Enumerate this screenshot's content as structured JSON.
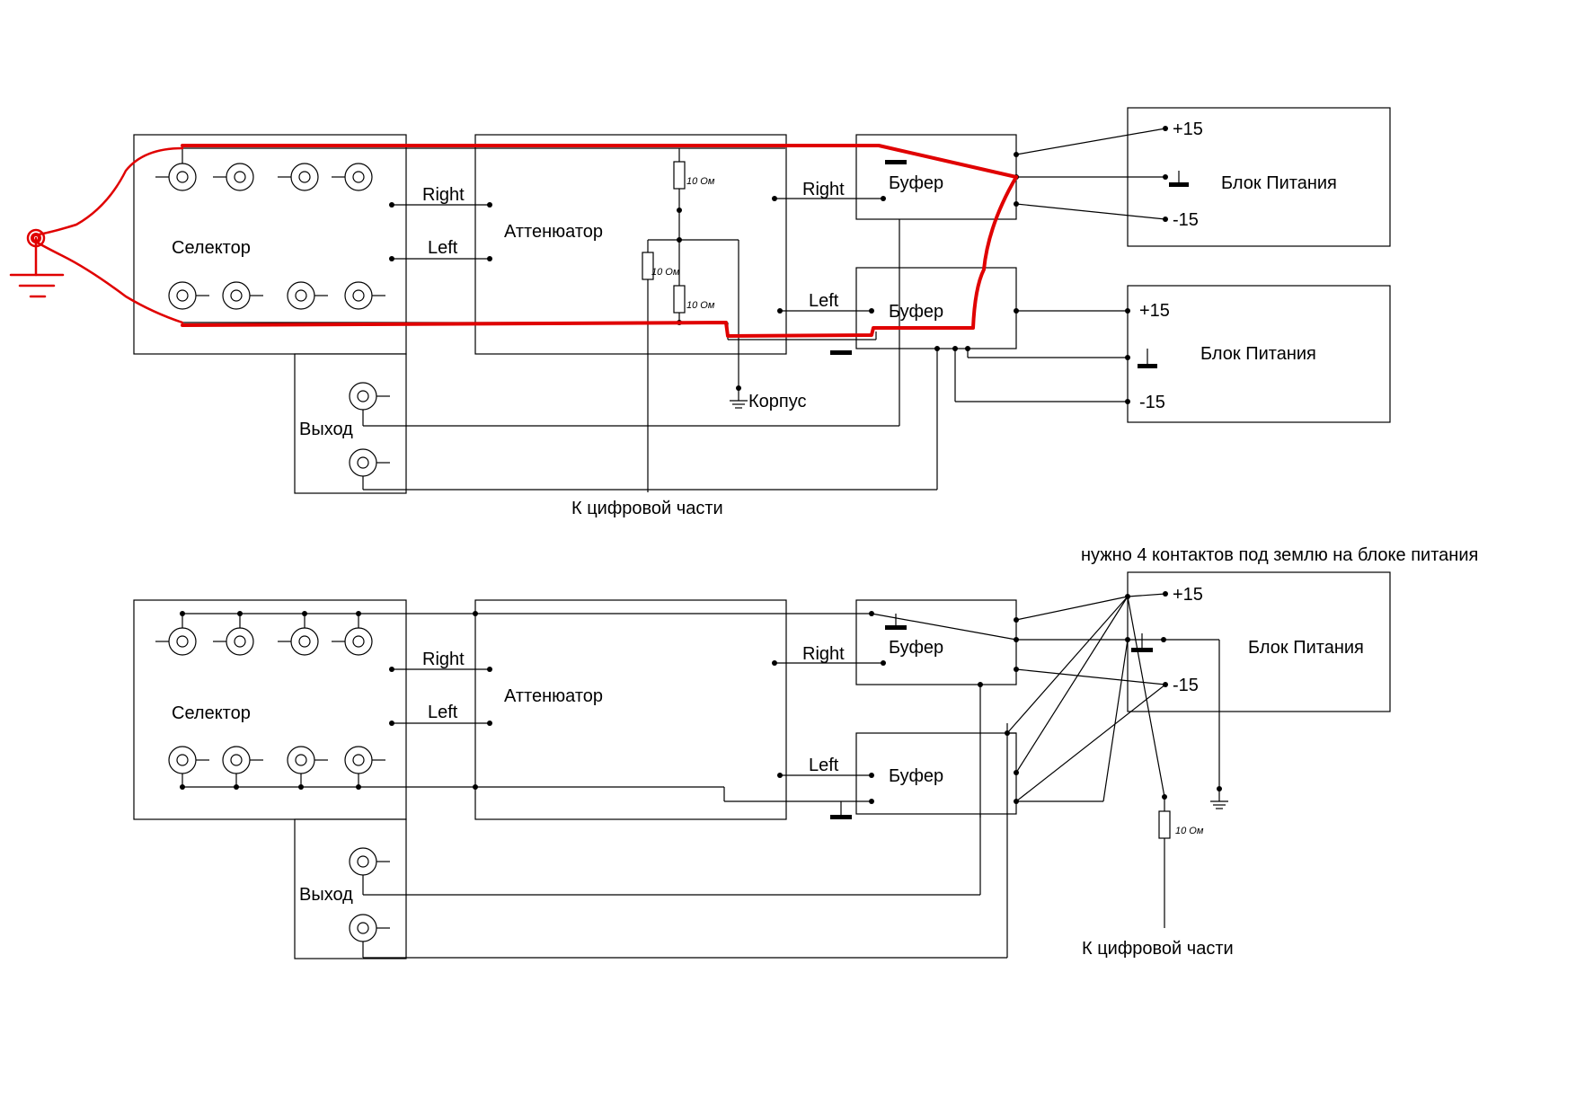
{
  "diagram1": {
    "selector_label": "Селектор",
    "attenuator_label": "Аттенюатор",
    "output_label": "Выход",
    "right_label_1": "Right",
    "left_label_1": "Left",
    "right_label_2": "Right",
    "left_label_2": "Left",
    "buffer_top_label": "Буфер",
    "buffer_bottom_label": "Буфер",
    "psu_top_label": "Блок Питания",
    "psu_bottom_label": "Блок Питания",
    "psu_top_plus": "+15",
    "psu_top_minus": "-15",
    "psu_bottom_plus": "+15",
    "psu_bottom_minus": "-15",
    "res1_label": "10 Ом",
    "res2_label": "10 Ом",
    "res3_label": "10 Ом",
    "chassis_label": "Корпус",
    "digital_label": "К цифровой части"
  },
  "diagram2": {
    "selector_label": "Селектор",
    "attenuator_label": "Аттенюатор",
    "output_label": "Выход",
    "right_label_1": "Right",
    "left_label_1": "Left",
    "right_label_2": "Right",
    "left_label_2": "Left",
    "buffer_top_label": "Буфер",
    "buffer_bottom_label": "Буфер",
    "psu_label": "Блок Питания",
    "psu_plus": "+15",
    "psu_minus": "-15",
    "res_label": "10 Ом",
    "digital_label": "К цифровой части",
    "note": "нужно 4 контактов под землю на блоке питания"
  },
  "colors": {
    "wire": "#000000",
    "annotation": "#e00000",
    "background": "#ffffff"
  }
}
